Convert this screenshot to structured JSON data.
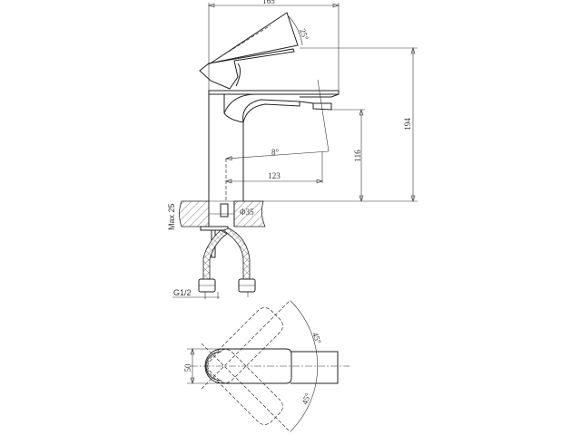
{
  "drawing": {
    "side_view": {
      "width_dim": "165",
      "lever_angle": "25°",
      "height_dim": "194",
      "spout_height_dim": "116",
      "spout_angle": "8°",
      "spout_reach_dim": "123",
      "deck_thickness": "Max 25",
      "hole_diameter": "Φ35",
      "connection_thread": "G1/2"
    },
    "top_view": {
      "body_width_dim": "50",
      "rotation_angle_top": "45°",
      "rotation_angle_bottom": "45°"
    }
  }
}
